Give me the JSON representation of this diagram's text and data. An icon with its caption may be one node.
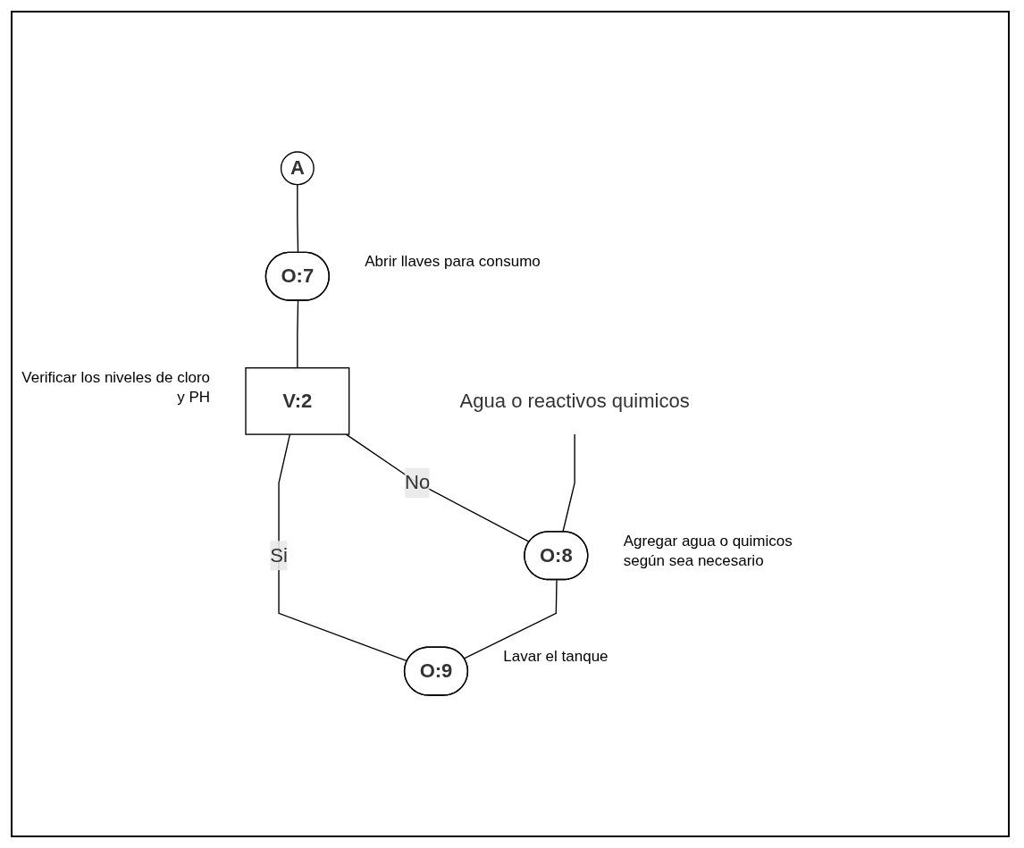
{
  "diagram": {
    "nodes": [
      {
        "text": [
          "A"
        ]
      },
      {
        "text": [
          "O:7"
        ],
        "beside": [
          "Abrir llaves para consumo"
        ]
      },
      {
        "text": [
          "V:2"
        ],
        "beside": [
          "Verificar los niveles de cloro y PH"
        ]
      },
      {
        "text": [
          "Agua o reactivos quimicos"
        ]
      },
      {
        "text": [
          "O:8"
        ],
        "beside": [
          "Agregar agua o quimicos según sea necesario"
        ]
      },
      {
        "text": [
          "O:9"
        ],
        "beside": [
          "Lavar el tanque"
        ]
      }
    ],
    "edges": [
      {
        "from": 0,
        "to": 1,
        "arrow": "none"
      },
      {
        "from": 1,
        "to": 2,
        "arrow": "none"
      },
      {
        "from": 2,
        "to": 4,
        "label": "No",
        "arrow": "none"
      },
      {
        "from": 3,
        "to": 4,
        "arrow": "none"
      },
      {
        "from": 4,
        "to": 5,
        "arrow": "none"
      },
      {
        "from": 2,
        "to": 5,
        "label": "Si",
        "arrow": "none"
      }
    ]
  }
}
